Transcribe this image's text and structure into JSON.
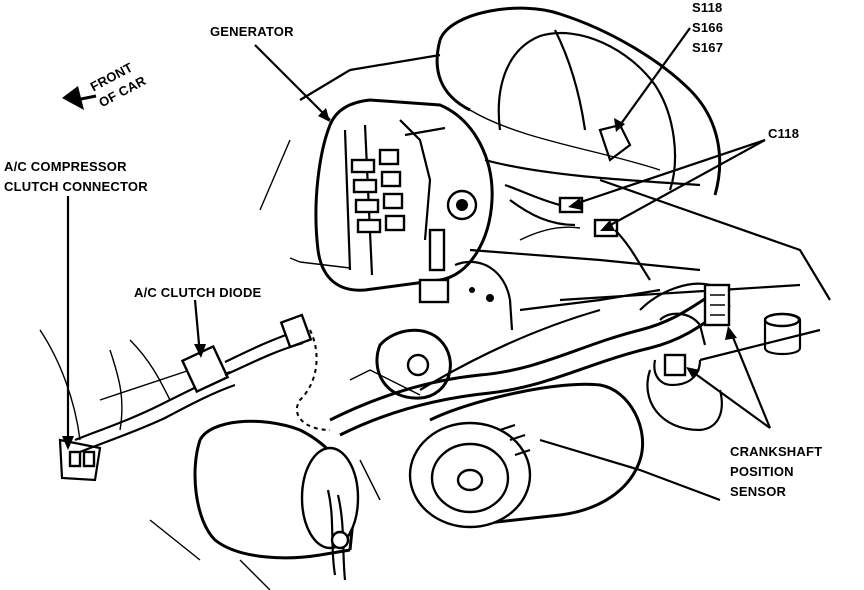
{
  "labels": {
    "generator": "GENERATOR",
    "splices": [
      "S118",
      "S166",
      "S167"
    ],
    "connector_c118": "C118",
    "front_of_car": [
      "FRONT",
      "OF CAR"
    ],
    "ac_compressor_clutch_connector": [
      "A/C COMPRESSOR",
      "CLUTCH CONNECTOR"
    ],
    "ac_clutch_diode": "A/C CLUTCH DIODE",
    "crankshaft_position_sensor": [
      "CRANKSHAFT",
      "POSITION",
      "SENSOR"
    ]
  }
}
